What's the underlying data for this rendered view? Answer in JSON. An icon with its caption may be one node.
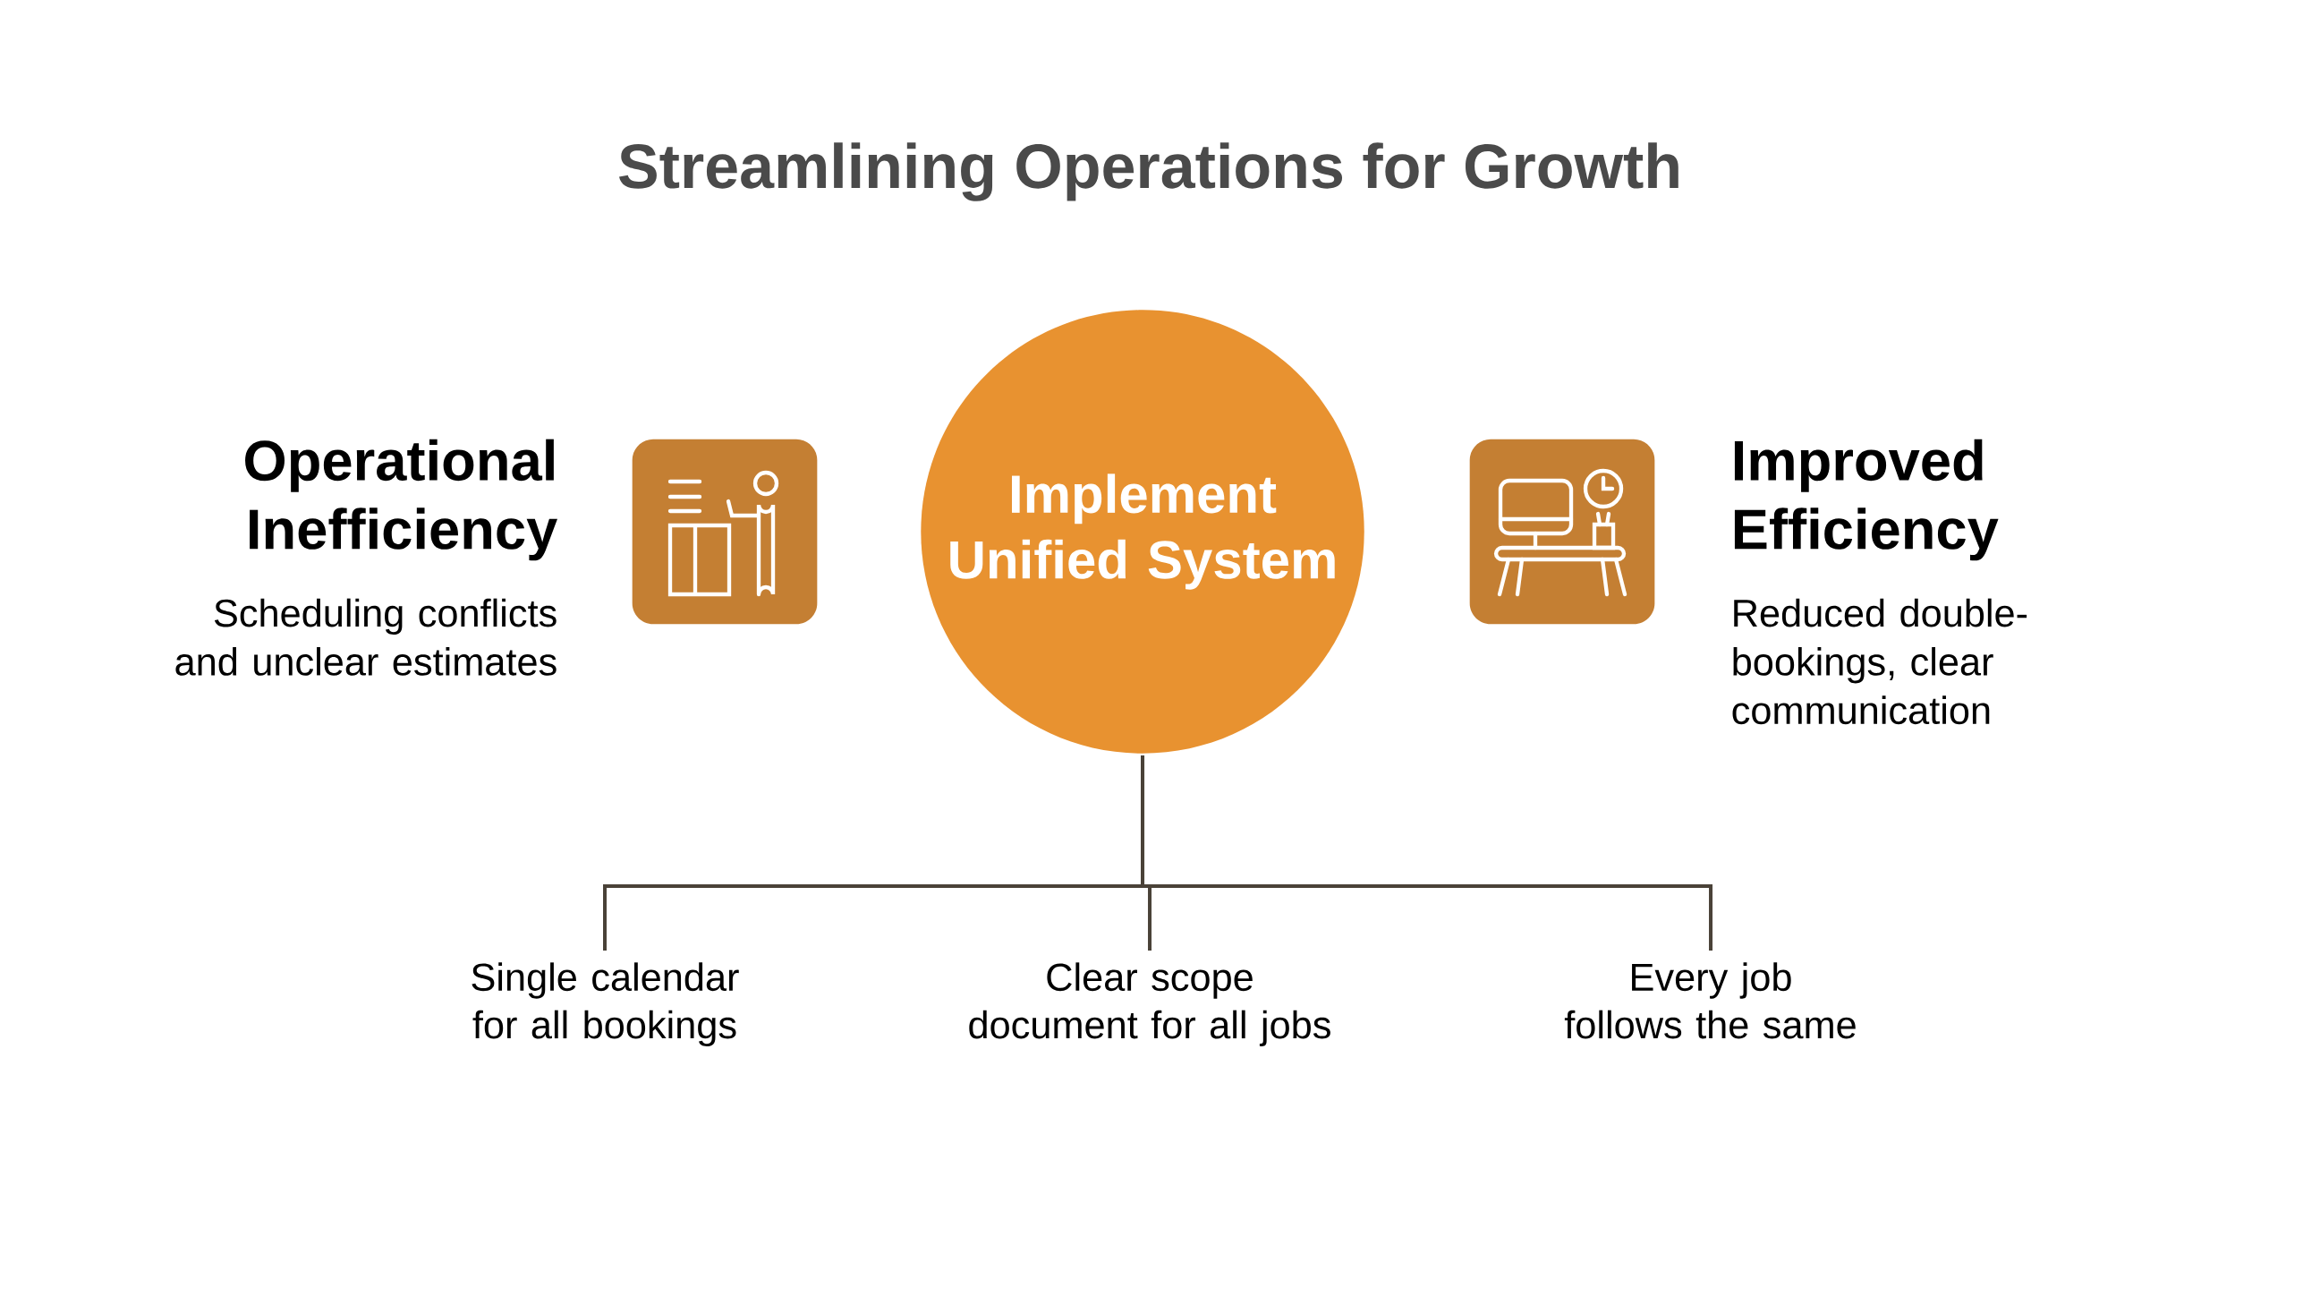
{
  "diagram": {
    "title": "Streamlining Operations for Growth",
    "nodes": [
      {
        "text": [],
        "shape": "box",
        "beside": [
          "Operational Inefficiency",
          "Scheduling conflicts and unclear estimates"
        ]
      },
      {
        "text": [
          "Implement Unified System"
        ]
      },
      {
        "text": [],
        "shape": "box",
        "beside": [
          "Improved Efficiency",
          "Reduced double-bookings, clear communication"
        ]
      },
      {
        "text": [
          "Single calendar for all bookings"
        ]
      },
      {
        "text": [
          "Clear scope document for all jobs"
        ]
      },
      {
        "text": [
          "Every job follows the same"
        ]
      }
    ],
    "edges": [
      {
        "from": 1,
        "to": 3,
        "arrow": "none"
      },
      {
        "from": 1,
        "to": 4,
        "arrow": "none"
      },
      {
        "from": 1,
        "to": 5,
        "arrow": "none"
      }
    ]
  }
}
